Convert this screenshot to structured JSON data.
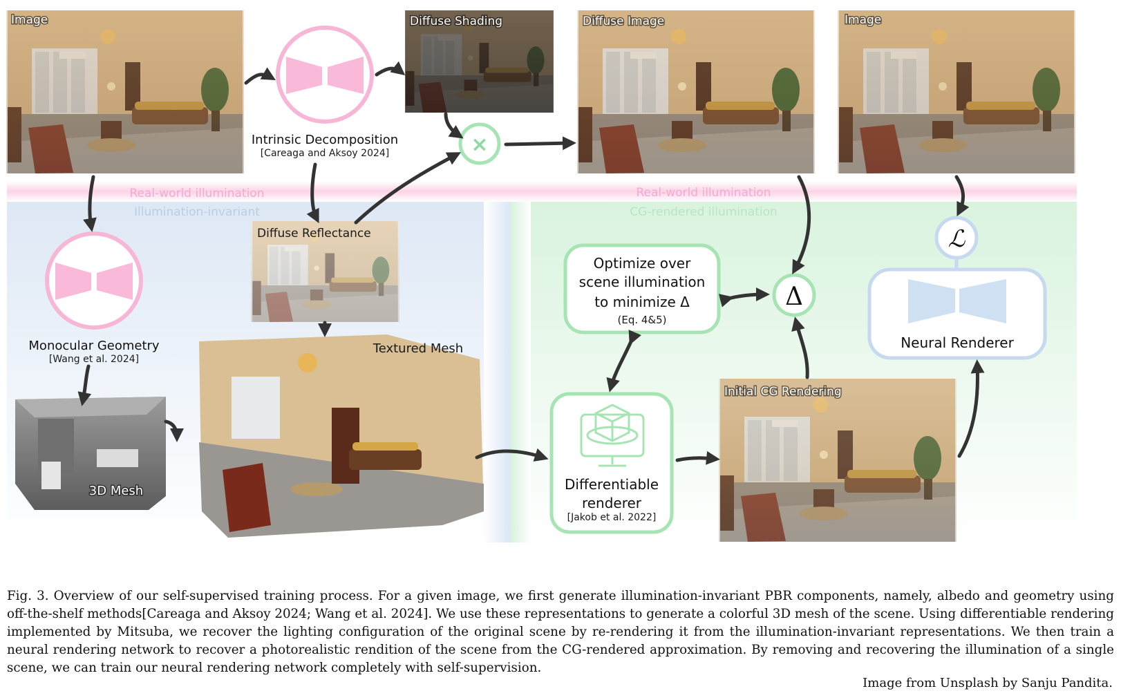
{
  "photos": {
    "image_left": "Image",
    "diffuse_shading": "Diffuse Shading",
    "diffuse_image": "Diffuse Image",
    "image_right": "Image",
    "diffuse_reflectance": "Diffuse Reflectance",
    "textured_mesh": "Textured Mesh",
    "mesh_3d": "3D Mesh",
    "initial_cg": "Initial CG Rendering"
  },
  "nodes": {
    "intrinsic_title": "Intrinsic Decomposition",
    "intrinsic_cite": "[Careaga and Aksoy 2024]",
    "monocular_title": "Monocular Geometry",
    "monocular_cite": "[Wang et al. 2024]",
    "optimize_line1": "Optimize over",
    "optimize_line2": "scene illumination",
    "optimize_line3": "to minimize Δ",
    "optimize_eq": "(Eq. 4&5)",
    "diff_line1": "Differentiable",
    "diff_line2": "renderer",
    "diff_cite": "[Jakob et al. 2022]",
    "neural_title": "Neural Renderer",
    "multiply_symbol": "×",
    "delta_symbol": "Δ",
    "loss_symbol": "ℒ"
  },
  "bands": {
    "left_top": "Real-world illumination",
    "left_bottom": "Illumination-invariant",
    "right_top": "Real-world illumination",
    "right_bottom": "CG-rendered illumination"
  },
  "colors": {
    "pink": "#f7b6d6",
    "pink_fill": "#f9b9d9",
    "blue": "#c6d9ef",
    "blue_fill": "#cfe0f2",
    "green": "#a6e4b3",
    "arrow": "#333333"
  },
  "caption": "Fig. 3.  Overview of our self-supervised training process. For a given image, we first generate illumination-invariant PBR components, namely, albedo and geometry using off-the-shelf methods[Careaga and Aksoy 2024; Wang et al. 2024]. We use these representations to generate a colorful 3D mesh of the scene. Using differentiable rendering implemented by Mitsuba, we recover the lighting configuration of the original scene by re-rendering it from the illumination-invariant representations. We then train a neural rendering network to recover a photorealistic rendition of the scene from the CG-rendered approximation. By removing and recovering the illumination of a single scene, we can train our neural rendering network completely with self-supervision.",
  "credit": "Image from Unsplash by Sanju Pandita."
}
